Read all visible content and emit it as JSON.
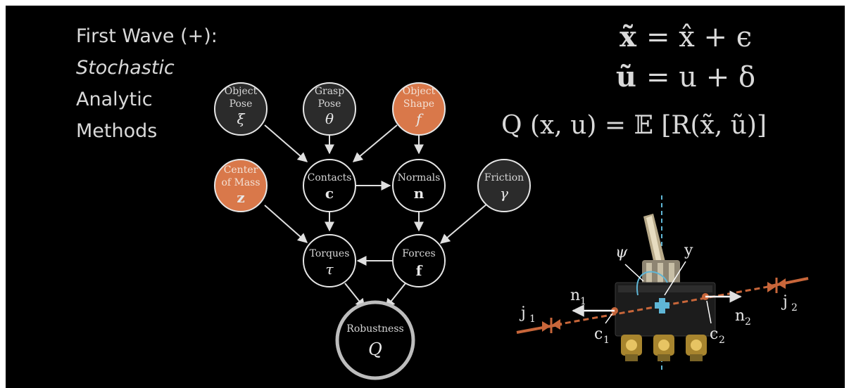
{
  "title": {
    "line1": "First Wave (+):",
    "line2": "Stochastic",
    "line3": "Analytic",
    "line4": "Methods"
  },
  "nodes": {
    "object_pose": {
      "label1": "Object",
      "label2": "Pose",
      "symbol": "ξ"
    },
    "grasp_pose": {
      "label1": "Grasp",
      "label2": "Pose",
      "symbol": "θ"
    },
    "object_shape": {
      "label1": "Object",
      "label2": "Shape",
      "symbol": "f"
    },
    "center_of_mass": {
      "label1": "Center",
      "label2": "of Mass",
      "symbol": "z"
    },
    "contacts": {
      "label1": "Contacts",
      "symbol": "c"
    },
    "normals": {
      "label1": "Normals",
      "symbol": "n"
    },
    "friction": {
      "label1": "Friction",
      "symbol": "γ"
    },
    "torques": {
      "label1": "Torques",
      "symbol": "τ"
    },
    "forces": {
      "label1": "Forces",
      "symbol": "f"
    },
    "robustness": {
      "label1": "Robustness",
      "symbol": "Q"
    }
  },
  "equations": {
    "eq1_lhs": "x̃",
    "eq1_rhs": "= x̂ + ϵ",
    "eq2_lhs": "ũ",
    "eq2_rhs": "= u + δ",
    "eq3": "Q (x, u) = 𝔼 [R(x̃, ũ)]"
  },
  "figure": {
    "psi": "ψ",
    "y": "y",
    "n1": "n",
    "n1_sub": "1",
    "n2": "n",
    "n2_sub": "2",
    "j1": "j",
    "j1_sub": "1",
    "j2": "j",
    "j2_sub": "2",
    "c1": "c",
    "c1_sub": "1",
    "c2": "c",
    "c2_sub": "2"
  },
  "colors": {
    "background": "#000000",
    "node_dark": "#2b2b2b",
    "node_orange": "#d9784a",
    "accent_line": "#c8663a",
    "axis_blue": "#5fb6d6"
  }
}
